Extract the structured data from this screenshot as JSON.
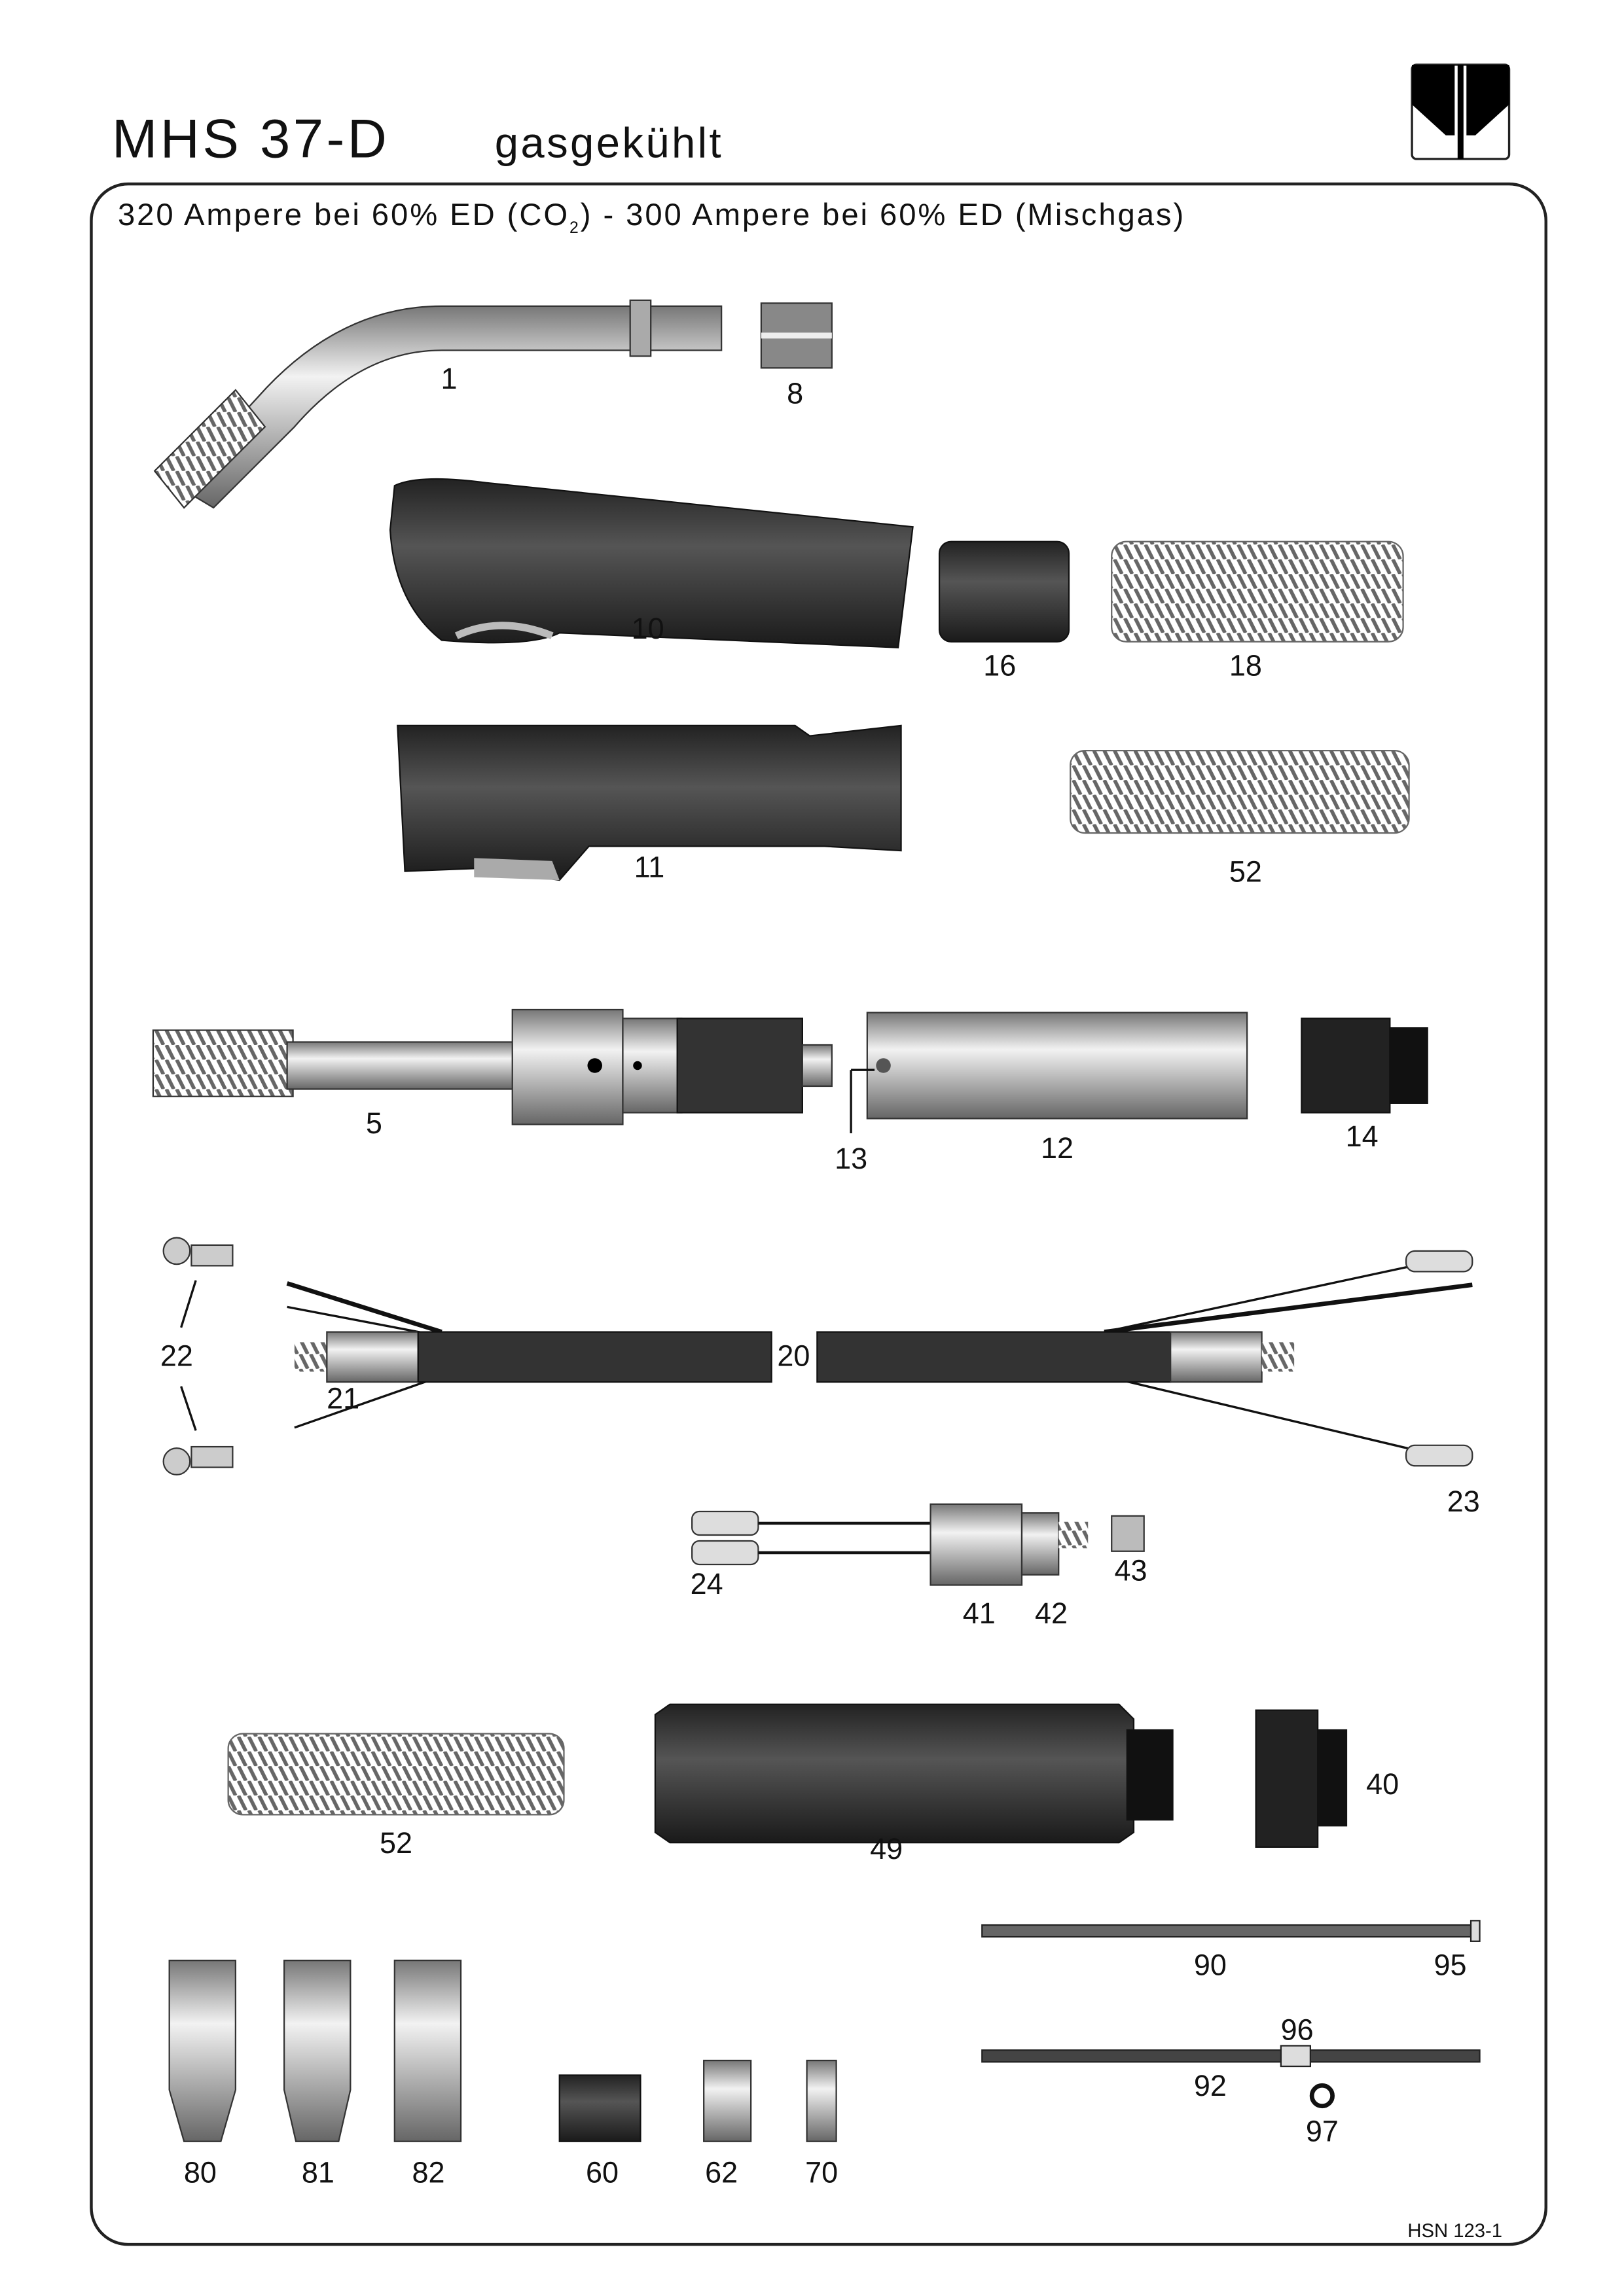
{
  "header": {
    "title": "MHS 37-D",
    "subtitle": "gasgekühlt",
    "spec_part1": "320 Ampere bei 60% ED (CO",
    "spec_sub": "2",
    "spec_part2": ") - 300 Ampere bei 60% ED (Mischgas)"
  },
  "footer": {
    "code": "HSN 123-1"
  },
  "logo": {
    "icon": "company-logo"
  },
  "parts": {
    "p1": "1",
    "p8": "8",
    "p10": "10",
    "p16": "16",
    "p18": "18",
    "p11": "11",
    "p52a": "52",
    "p5": "5",
    "p13": "13",
    "p12": "12",
    "p14": "14",
    "p22": "22",
    "p20": "20",
    "p21": "21",
    "p23": "23",
    "p24": "24",
    "p43": "43",
    "p41": "41",
    "p42": "42",
    "p52b": "52",
    "p49": "49",
    "p40": "40",
    "p90": "90",
    "p95": "95",
    "p96": "96",
    "p92": "92",
    "p97": "97",
    "p80": "80",
    "p81": "81",
    "p82": "82",
    "p60": "60",
    "p62": "62",
    "p70": "70"
  }
}
